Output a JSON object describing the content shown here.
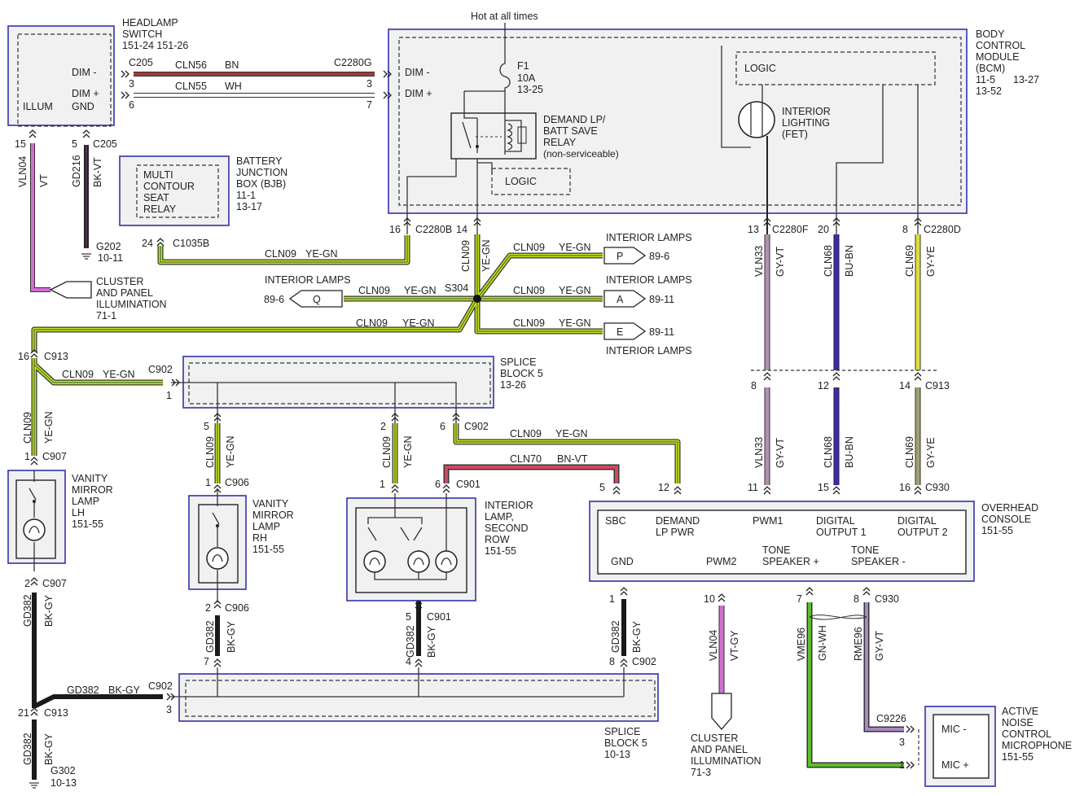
{
  "top_label": "Hot at all times",
  "modules": {
    "headlamp_switch": {
      "name": [
        "HEADLAMP",
        "SWITCH",
        "151-24  151-26"
      ],
      "pins": [
        "DIM -",
        "DIM +",
        "ILLUM",
        "GND"
      ]
    },
    "bcm": {
      "name": [
        "BODY",
        "CONTROL",
        "MODULE",
        "(BCM)",
        "11-5",
        "13-52"
      ],
      "ref2": "13-27",
      "logic": "LOGIC",
      "logic2": "LOGIC",
      "fet": [
        "INTERIOR",
        "LIGHTING",
        "(FET)"
      ],
      "relay": [
        "DEMAND LP/",
        "BATT SAVE",
        "RELAY",
        "(non-serviceable)"
      ],
      "fuse": [
        "F1",
        "10A",
        "13-25"
      ],
      "pins": [
        "DIM -",
        "DIM +"
      ]
    },
    "bjb": {
      "name": [
        "BATTERY",
        "JUNCTION",
        "BOX (BJB)",
        "11-1",
        "13-17"
      ],
      "relay": [
        "MULTI",
        "CONTOUR",
        "SEAT",
        "RELAY"
      ]
    },
    "splice_upper": {
      "name": [
        "SPLICE",
        "BLOCK 5",
        "13-26"
      ]
    },
    "splice_lower": {
      "name": [
        "SPLICE",
        "BLOCK 5",
        "10-13"
      ]
    },
    "vanity_lh": {
      "name": [
        "VANITY",
        "MIRROR",
        "LAMP",
        "LH",
        "151-55"
      ]
    },
    "vanity_rh": {
      "name": [
        "VANITY",
        "MIRROR",
        "LAMP",
        "RH",
        "151-55"
      ]
    },
    "interior_lamp": {
      "name": [
        "INTERIOR",
        "LAMP,",
        "SECOND",
        "ROW",
        "151-55"
      ]
    },
    "overhead": {
      "name": [
        "OVERHEAD",
        "CONSOLE",
        "151-55"
      ],
      "pins": [
        "SBC",
        "DEMAND",
        "LP PWR",
        "PWM1",
        "DIGITAL",
        "OUTPUT 1",
        "DIGITAL",
        "OUTPUT 2",
        "GND",
        "PWM2",
        "TONE",
        "SPEAKER +",
        "TONE",
        "SPEAKER -"
      ]
    },
    "anc": {
      "name": [
        "ACTIVE",
        "NOISE",
        "CONTROL",
        "MICROPHONE",
        "151-55"
      ],
      "pins": [
        "MIC -",
        "MIC +"
      ]
    }
  },
  "connectors": {
    "c205a": "C205",
    "c205b": "C205",
    "c2280g": "C2280G",
    "c2280b": "C2280B",
    "c2280f": "C2280F",
    "c2280d": "C2280D",
    "c1035b": "C1035B",
    "s304": "S304",
    "c913a": "C913",
    "c913b": "C913",
    "c913c": "C913",
    "c902a": "C902",
    "c902b": "C902",
    "c902c": "C902",
    "c902d": "C902",
    "c907a": "C907",
    "c907b": "C907",
    "c906a": "C906",
    "c906b": "C906",
    "c901a": "C901",
    "c901b": "C901",
    "c930a": "C930",
    "c930b": "C930",
    "c9226": "C9226",
    "g202": "G202",
    "g202ref": "10-11",
    "g302": "G302",
    "g302ref": "10-13"
  },
  "pins": {
    "p3a": "3",
    "p6a": "6",
    "p3b": "3",
    "p7b": "7",
    "p15": "15",
    "p5": "5",
    "p24": "24",
    "p16a": "16",
    "p14": "14",
    "p13": "13",
    "p20": "20",
    "p8a": "8",
    "p16b": "16",
    "p1a": "1",
    "p5b": "5",
    "p2b": "2",
    "p6b": "6",
    "p1c907": "1",
    "p1c906": "1",
    "p1c901": "1",
    "p6c901": "6",
    "p5c930": "5",
    "p12c930": "12",
    "p11c930": "11",
    "p15c930": "15",
    "p16c930": "16",
    "p8c913": "8",
    "p12c913": "12",
    "p14c913": "14",
    "p2c907": "2",
    "p2c906": "2",
    "p5c901": "5",
    "p1c930": "1",
    "p10c930": "10",
    "p7c930": "7",
    "p8c930": "8",
    "p21": "21",
    "p3c902": "3",
    "p7c902": "7",
    "p4c902": "4",
    "p8c902": "8",
    "p3mic": "3",
    "p1mic": "1"
  },
  "wires": {
    "cln56": [
      "CLN56",
      "BN"
    ],
    "cln55": [
      "CLN55",
      "WH"
    ],
    "vln04a": [
      "VLN04",
      "VT"
    ],
    "gd216": [
      "GD216",
      "BK-VT"
    ],
    "cln09a": [
      "CLN09",
      "YE-GN"
    ],
    "cln09b": [
      "CLN09",
      "YE-GN"
    ],
    "cln09c": [
      "CLN09",
      "YE-GN"
    ],
    "cln09d": [
      "CLN09",
      "YE-GN"
    ],
    "cln09e": [
      "CLN09",
      "YE-GN"
    ],
    "cln09f": [
      "CLN09",
      "YE-GN"
    ],
    "cln09g": [
      "CLN09",
      "YE-GN"
    ],
    "cln09h": [
      "CLN09",
      "YE-GN"
    ],
    "cln09i": [
      "CLN09",
      "YE-GN"
    ],
    "cln09j": [
      "CLN09",
      "YE-GN"
    ],
    "cln09k": [
      "CLN09",
      "YE-GN"
    ],
    "cln09l": [
      "CLN09",
      "YE-GN"
    ],
    "cln09m": [
      "CLN09",
      "YE-GN"
    ],
    "vln33a": [
      "VLN33",
      "GY-VT"
    ],
    "cln68a": [
      "CLN68",
      "BU-BN"
    ],
    "cln69a": [
      "CLN69",
      "GY-YE"
    ],
    "vln33b": [
      "VLN33",
      "GY-VT"
    ],
    "cln68b": [
      "CLN68",
      "BU-BN"
    ],
    "cln69b": [
      "CLN69",
      "GY-YE"
    ],
    "cln70": [
      "CLN70",
      "BN-VT"
    ],
    "gd382a": [
      "GD382",
      "BK-GY"
    ],
    "gd382b": [
      "GD382",
      "BK-GY"
    ],
    "gd382c": [
      "GD382",
      "BK-GY"
    ],
    "gd382d": [
      "GD382",
      "BK-GY"
    ],
    "gd382e": [
      "GD382",
      "BK-GY"
    ],
    "gd382f": [
      "GD382",
      "BK-GY"
    ],
    "vln04b": [
      "VLN04",
      "VT-GY"
    ],
    "vme96": [
      "VME96",
      "GN-WH"
    ],
    "rme96": [
      "RME96",
      "GY-VT"
    ]
  },
  "references": {
    "cluster1": [
      "CLUSTER",
      "AND PANEL",
      "ILLUMINATION",
      "71-1"
    ],
    "cluster2": [
      "CLUSTER",
      "AND PANEL",
      "ILLUMINATION",
      "71-3"
    ],
    "lampsP": {
      "letter": "P",
      "ref": "89-6",
      "label": "INTERIOR LAMPS"
    },
    "lampsQ": {
      "letter": "Q",
      "ref": "89-6",
      "label": "INTERIOR LAMPS"
    },
    "lampsA": {
      "letter": "A",
      "ref": "89-11",
      "label": "INTERIOR LAMPS"
    },
    "lampsE": {
      "letter": "E",
      "ref": "89-11",
      "label": "INTERIOR LAMPS"
    }
  },
  "colors": {
    "bn": "#a03a3a",
    "wh": "#c9c9c9",
    "vt": "#d66bd6",
    "bk": "#1b1b1b",
    "ye": "#d6e21e",
    "gn": "#4a8a2a",
    "gy": "#8f8f8f",
    "bu": "#3333aa",
    "module_border": "#3333aa"
  }
}
